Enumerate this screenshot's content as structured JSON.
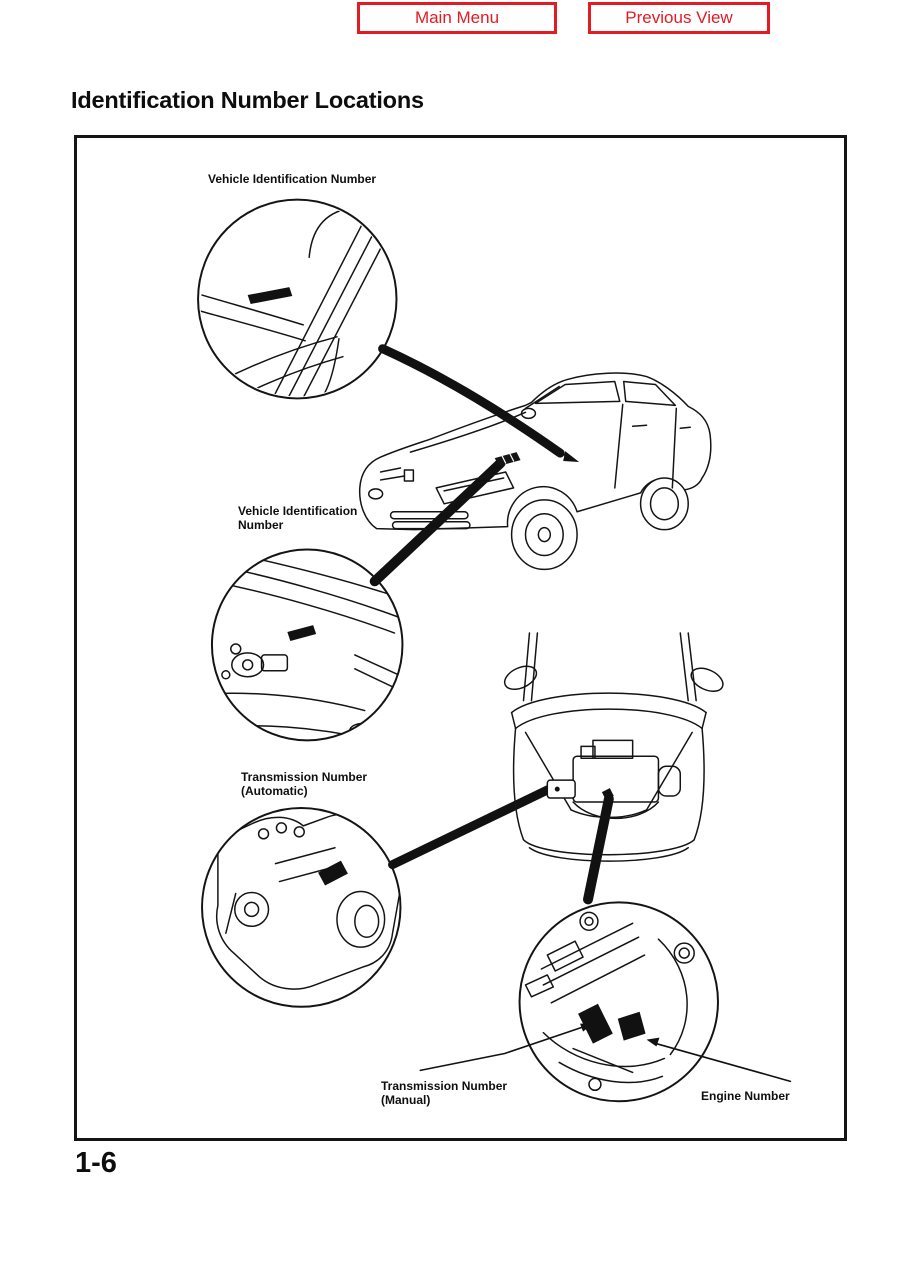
{
  "nav": {
    "main_menu_label": "Main Menu",
    "previous_view_label": "Previous View",
    "accent_color": "#e31b23"
  },
  "page": {
    "title": "Identification Number Locations",
    "page_number": "1-6"
  },
  "diagram": {
    "labels": {
      "vin_dash": "Vehicle Identification Number",
      "vin_engine_line1": "Vehicle Identification",
      "vin_engine_line2": "Number",
      "trans_auto_line1": "Transmission Number",
      "trans_auto_line2": "(Automatic)",
      "trans_manual_line1": "Transmission Number",
      "trans_manual_line2": "(Manual)",
      "engine": "Engine Number"
    }
  }
}
